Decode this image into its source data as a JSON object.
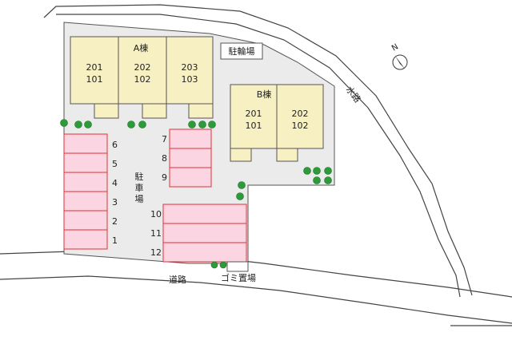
{
  "building_a": {
    "title": "A棟",
    "units": [
      {
        "upper": "201",
        "lower": "101"
      },
      {
        "upper": "202",
        "lower": "102"
      },
      {
        "upper": "203",
        "lower": "103"
      }
    ]
  },
  "building_b": {
    "title": "B棟",
    "units": [
      {
        "upper": "201",
        "lower": "101"
      },
      {
        "upper": "202",
        "lower": "102"
      }
    ]
  },
  "bicycle_parking": "駐輪場",
  "parking_lot": "駐車場",
  "road": "道路",
  "garbage": "ゴミ置場",
  "river": "水路",
  "compass": "N",
  "parking_spaces": {
    "left": [
      "6",
      "5",
      "4",
      "3",
      "2",
      "1"
    ],
    "right_top": [
      "7",
      "8",
      "9"
    ],
    "right_bottom": [
      "10",
      "11",
      "12"
    ]
  },
  "colors": {
    "site": "#ebebeb",
    "building": "#f6f0c2",
    "parking_fill": "#fbd6e2",
    "parking_stroke": "#e0303a",
    "tree": "#2e9b3a"
  }
}
